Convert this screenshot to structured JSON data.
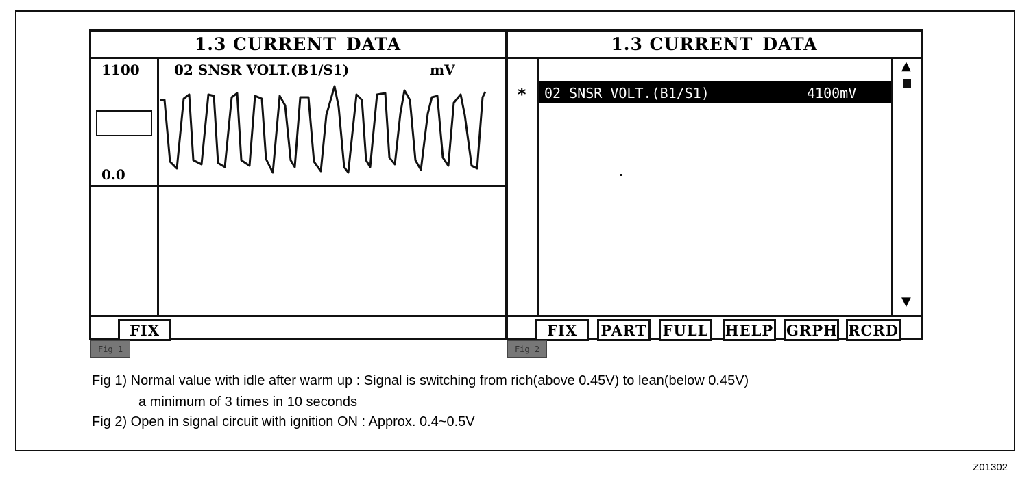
{
  "left_panel": {
    "title_part1": "1.3 CURRENT",
    "title_part2": "DATA",
    "scale_max": "1100",
    "scale_min": "0.0",
    "sensor_label": "02 SNSR VOLT.(B1/S1)",
    "unit": "mV",
    "fix_button": "FIX",
    "fig_tag": "Fig 1"
  },
  "right_panel": {
    "title_part1": "1.3 CURRENT",
    "title_part2": "DATA",
    "marker": "*",
    "row_label": "02 SNSR VOLT.(B1/S1)",
    "row_value": "4100mV",
    "buttons": [
      "FIX",
      "PART",
      "FULL",
      "HELP",
      "GRPH",
      "RCRD"
    ],
    "fig_tag": "Fig 2",
    "scroll_up": "▲",
    "scroll_down": "▼"
  },
  "captions": {
    "line1": "Fig 1) Normal value with idle after warm up : Signal is switching from rich(above 0.45V) to lean(below 0.45V)",
    "line2": "a minimum of 3 times in 10 seconds",
    "line3": "Fig 2) Open in signal circuit with ignition ON : Approx. 0.4~0.5V"
  },
  "figure_id": "Z01302"
}
